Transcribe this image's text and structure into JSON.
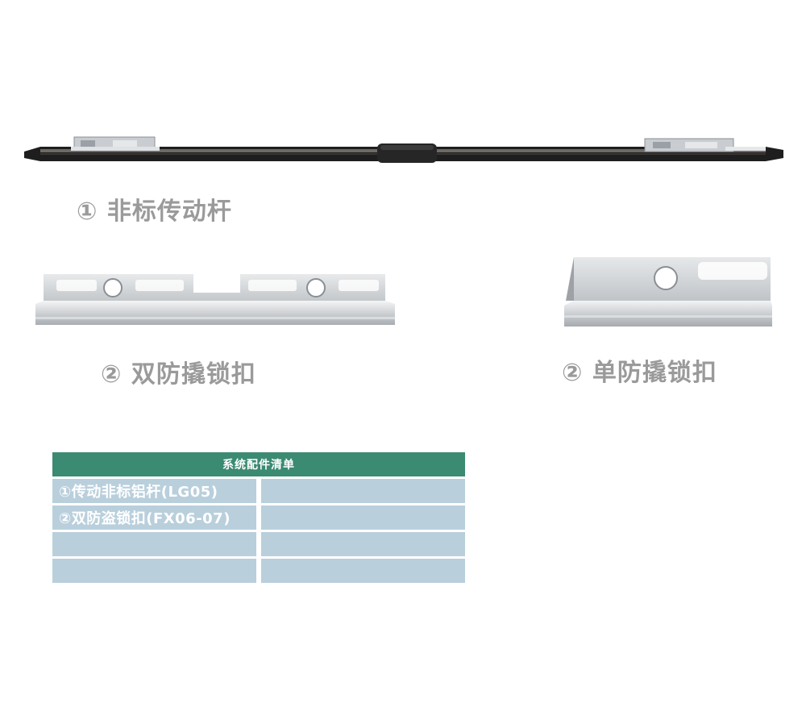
{
  "captions": {
    "rod": "① 非标传动杆",
    "double_keeper": "② 双防撬锁扣",
    "single_keeper": "② 单防撬锁扣"
  },
  "table": {
    "header": "系统配件清单",
    "rows": [
      [
        "①传动非标铝杆(LG05)",
        ""
      ],
      [
        "②双防盗锁扣(FX06-07)",
        ""
      ],
      [
        "",
        ""
      ],
      [
        "",
        ""
      ]
    ]
  }
}
